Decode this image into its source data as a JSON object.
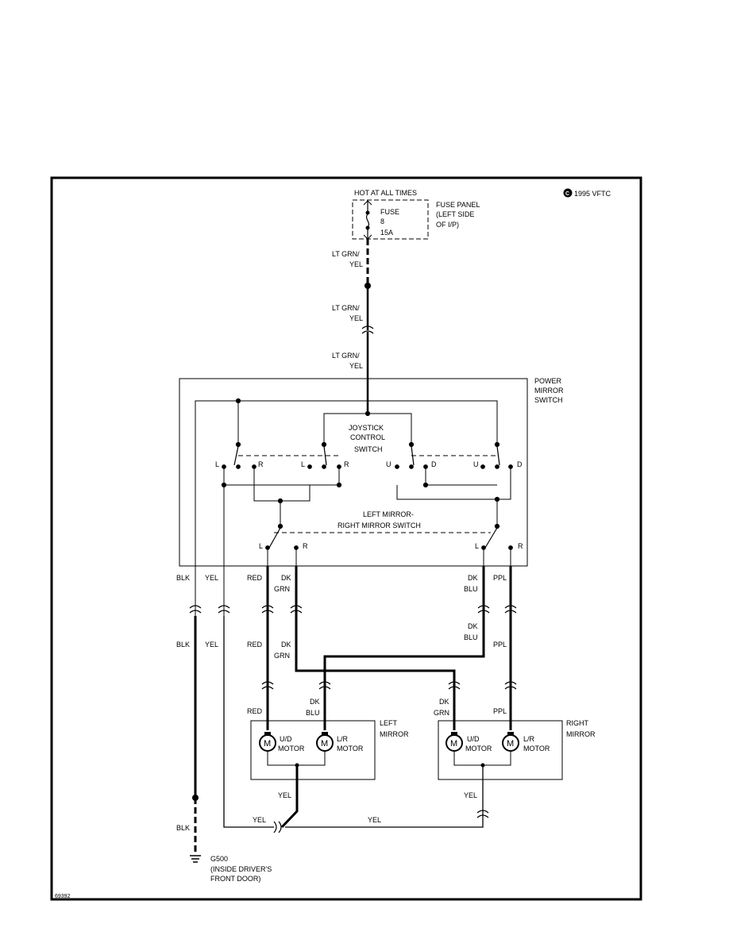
{
  "header": {
    "hot_label": "HOT AT ALL TIMES",
    "copyright": "1995 VFTC",
    "copyright_symbol": "C"
  },
  "fuse": {
    "name": "FUSE",
    "number": "8",
    "rating": "15A",
    "panel_line1": "FUSE PANEL",
    "panel_line2": "(LEFT SIDE",
    "panel_line3": "OF I/P)"
  },
  "feed_wires": [
    {
      "line1": "LT GRN/",
      "line2": "YEL"
    },
    {
      "line1": "LT GRN/",
      "line2": "YEL"
    },
    {
      "line1": "LT GRN/",
      "line2": "YEL"
    }
  ],
  "power_mirror_switch": {
    "title_line1": "POWER",
    "title_line2": "MIRROR",
    "title_line3": "SWITCH",
    "joystick_line1": "JOYSTICK",
    "joystick_line2": "CONTROL",
    "joystick_line3": "SWITCH",
    "selector_line1": "LEFT MIRROR-",
    "selector_line2": "RIGHT MIRROR SWITCH",
    "contacts": [
      "L",
      "R",
      "L",
      "R",
      "U",
      "D",
      "U",
      "D"
    ],
    "selector_contacts": [
      "L",
      "R",
      "L",
      "R"
    ]
  },
  "wires": {
    "blk": "BLK",
    "yel": "YEL",
    "red": "RED",
    "dk": "DK",
    "grn": "GRN",
    "blu": "BLU",
    "ppl": "PPL"
  },
  "left_mirror": {
    "title_line1": "LEFT",
    "title_line2": "MIRROR",
    "motor1_label": "U/D",
    "motor2_label": "L/R",
    "motor_word": "MOTOR",
    "motor_symbol": "M"
  },
  "right_mirror": {
    "title_line1": "RIGHT",
    "title_line2": "MIRROR",
    "motor1_label": "U/D",
    "motor2_label": "L/R",
    "motor_word": "MOTOR",
    "motor_symbol": "M"
  },
  "ground": {
    "id": "G500",
    "line1": "(INSIDE DRIVER'S",
    "line2": "FRONT DOOR)"
  },
  "figure_number": "69392"
}
